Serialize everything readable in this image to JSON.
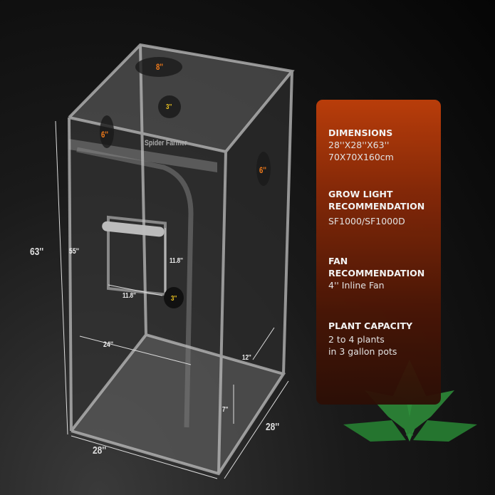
{
  "tent": {
    "brand": "Spider Farmer",
    "vents": {
      "top_large": "8''",
      "top_small": "3''",
      "left_side": "6''",
      "right_side": "6''",
      "window_port": "3''"
    },
    "window": {
      "height": "11.8''",
      "width": "11.8''"
    },
    "heights": {
      "total": "63''",
      "door": "55''"
    },
    "floor": {
      "depth": "24''",
      "side_panel_offset": "12''",
      "bottom_clearance": "7''"
    },
    "base": {
      "width": "28''",
      "depth": "28''"
    }
  },
  "panel": {
    "sections": [
      {
        "title": "DIMENSIONS",
        "lines": [
          "28''X28''X63''",
          "70X70X160cm"
        ]
      },
      {
        "title_lines": [
          "GROW LIGHT",
          "RECOMMENDATION"
        ],
        "lines": [
          "SF1000/SF1000D"
        ]
      },
      {
        "title_lines": [
          "FAN",
          "RECOMMENDATION"
        ],
        "lines": [
          "4'' Inline Fan"
        ]
      },
      {
        "title": "PLANT CAPACITY",
        "lines": [
          "2 to 4 plants",
          "in 3 gallon pots"
        ]
      }
    ]
  },
  "colors": {
    "accent": "#c2400a",
    "leaf": "#2e8b3a",
    "orange_label": "#f07a1a",
    "yellow_label": "#e8c020"
  }
}
